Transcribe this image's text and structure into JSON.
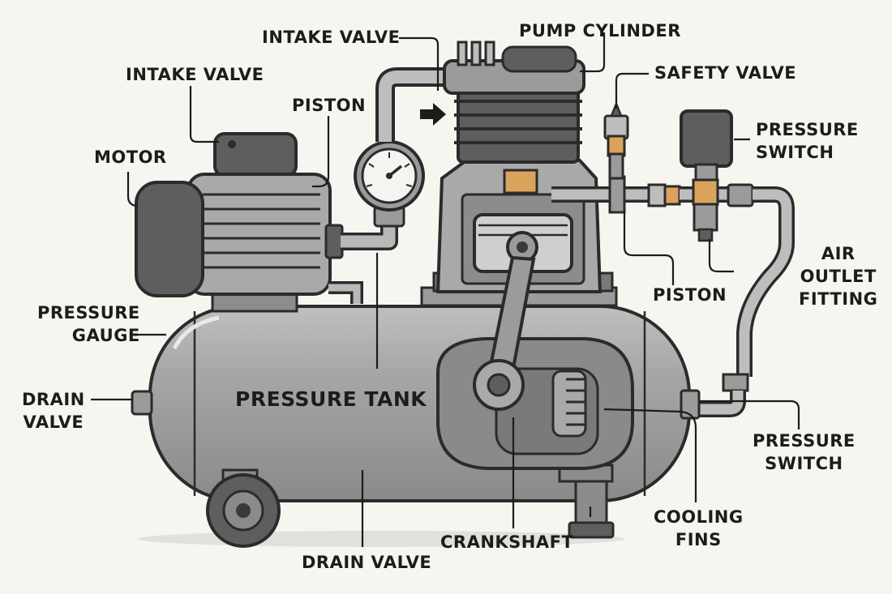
{
  "labels": {
    "intake_valve_top": "INTAKE VALVE",
    "pump_cylinder": "PUMP CYLINDER",
    "intake_valve_left": "INTAKE VALVE",
    "safety_valve": "SAFETY VALVE",
    "piston_left": "PISTON",
    "pressure_switch_top": "PRESSURE\nSWITCH",
    "motor": "MOTOR",
    "air_outlet_fitting": "AIR\nOUTLET\nFITTING",
    "piston_right": "PISTON",
    "pressure_gauge": "PRESSURE\nGAUGE",
    "drain_valve_left": "DRAIN\nVALVE",
    "pressure_tank": "PRESSURE TANK",
    "pressure_switch_bottom": "PRESSURE\nSWITCH",
    "cooling_fins": "COOLING\nFINS",
    "crankshaft": "CRANKSHAFT",
    "drain_valve_bottom": "DRAIN VALVE"
  },
  "colors": {
    "background": "#f7f5ef",
    "outline": "#2b2b2b",
    "metal_light": "#c9c9c9",
    "metal_mid": "#9b9b9b",
    "metal_dark": "#5e5e5e",
    "brass": "#d9a35c"
  }
}
